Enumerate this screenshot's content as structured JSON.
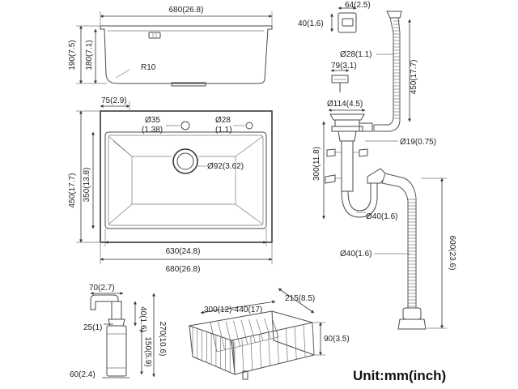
{
  "top_view": {
    "width_label": "680(26.8)",
    "outer_height_label": "190(7.5)",
    "inner_height_label": "180(7.1)",
    "radius_label": "R10"
  },
  "plan_view": {
    "offset_label": "75(2.9)",
    "hole1_label_a": "Ø35",
    "hole1_label_b": "(1.38)",
    "hole2_label_a": "Ø28",
    "hole2_label_b": "(1.1)",
    "outer_height_label": "450(17.7)",
    "inner_height_label": "350(13.8)",
    "drain_label": "Ø92(3.62)",
    "inner_width_label": "630(24.8)",
    "outer_width_label": "680(26.8)"
  },
  "overflow": {
    "width_label": "64(2.5)",
    "height_label": "40(1.6)"
  },
  "drain_kit": {
    "hose_dia_label": "Ø28(1.1)",
    "strainer_label": "79(3.1)",
    "hose_length_label": "450(17.7)",
    "basket_dia_label": "Ø114(4.5)",
    "tail_dia_label": "Ø19(0.75)",
    "tail_height_label": "300(11.8)",
    "trap_dia_label": "Ø40(1.6)",
    "outlet_dia_label": "Ø40(1.6)",
    "drain_hose_length_label": "600(23.6)"
  },
  "dispenser": {
    "spout_label": "70(2.7)",
    "neck_label": "25(1)",
    "cap_label": "40(1.6)",
    "bottle_label": "150(5.9)",
    "total_label": "270(10.6)",
    "base_label": "60(2.4)"
  },
  "colander": {
    "length_label": "300(12)-440(17)",
    "width_label": "215(8.5)",
    "height_label": "90(3.5)"
  },
  "unit_label": "Unit:mm(inch)"
}
